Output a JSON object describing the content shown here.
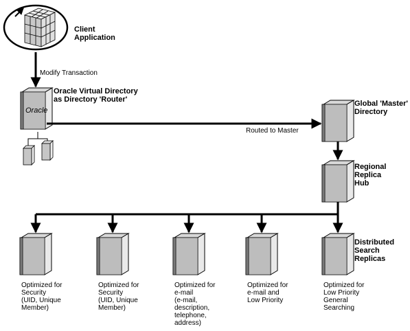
{
  "nodes": {
    "client": {
      "line1": "Client",
      "line2": "Application"
    },
    "ovd": {
      "line1": "Oracle Virtual Directory",
      "line2": "as Directory 'Router'",
      "brand": "Oracle"
    },
    "master": {
      "line1": "Global 'Master'",
      "line2": "Directory"
    },
    "hub": {
      "line1": "Regional",
      "line2": "Replica",
      "line3": "Hub"
    },
    "replicas": {
      "line1": "Distributed",
      "line2": "Search",
      "line3": "Replicas"
    }
  },
  "edges": {
    "modify": "Modify Transaction",
    "routed": "Routed to Master"
  },
  "replica_captions": [
    [
      "Optimized for",
      "Security",
      "(UID, Unique",
      "Member)"
    ],
    [
      "Optimized for",
      "Security",
      "(UID, Unique",
      "Member)"
    ],
    [
      "Optimized for",
      "e-mail",
      "(e-mail,",
      "description,",
      "telephone,",
      "address)"
    ],
    [
      "Optimized for",
      "e-mail and",
      "Low Priority"
    ],
    [
      "Optimized for",
      "Low Priority",
      "General",
      "Searching"
    ]
  ]
}
